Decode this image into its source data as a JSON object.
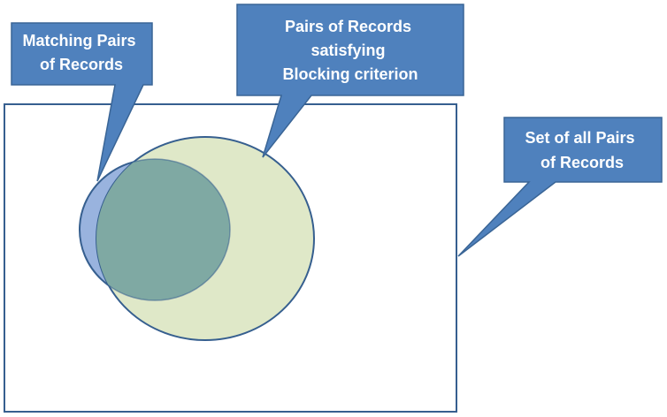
{
  "colors": {
    "callout_fill": "#4f81bd",
    "callout_stroke": "#3a6596",
    "outline": "#365f8f",
    "universe_fill": "#ffffff",
    "matching_fill": "#99b3de",
    "blocking_fill": "#dfe8c8",
    "overlap_fill": "#7fa9a3",
    "text": "#ffffff"
  },
  "callouts": {
    "matching_pairs": {
      "lines": [
        "Matching Pairs",
        "of Records"
      ]
    },
    "blocking_pairs": {
      "lines": [
        "Pairs of Records",
        "satisfying",
        "Blocking criterion"
      ]
    },
    "all_pairs": {
      "lines": [
        "Set of all Pairs",
        "of Records"
      ]
    }
  }
}
